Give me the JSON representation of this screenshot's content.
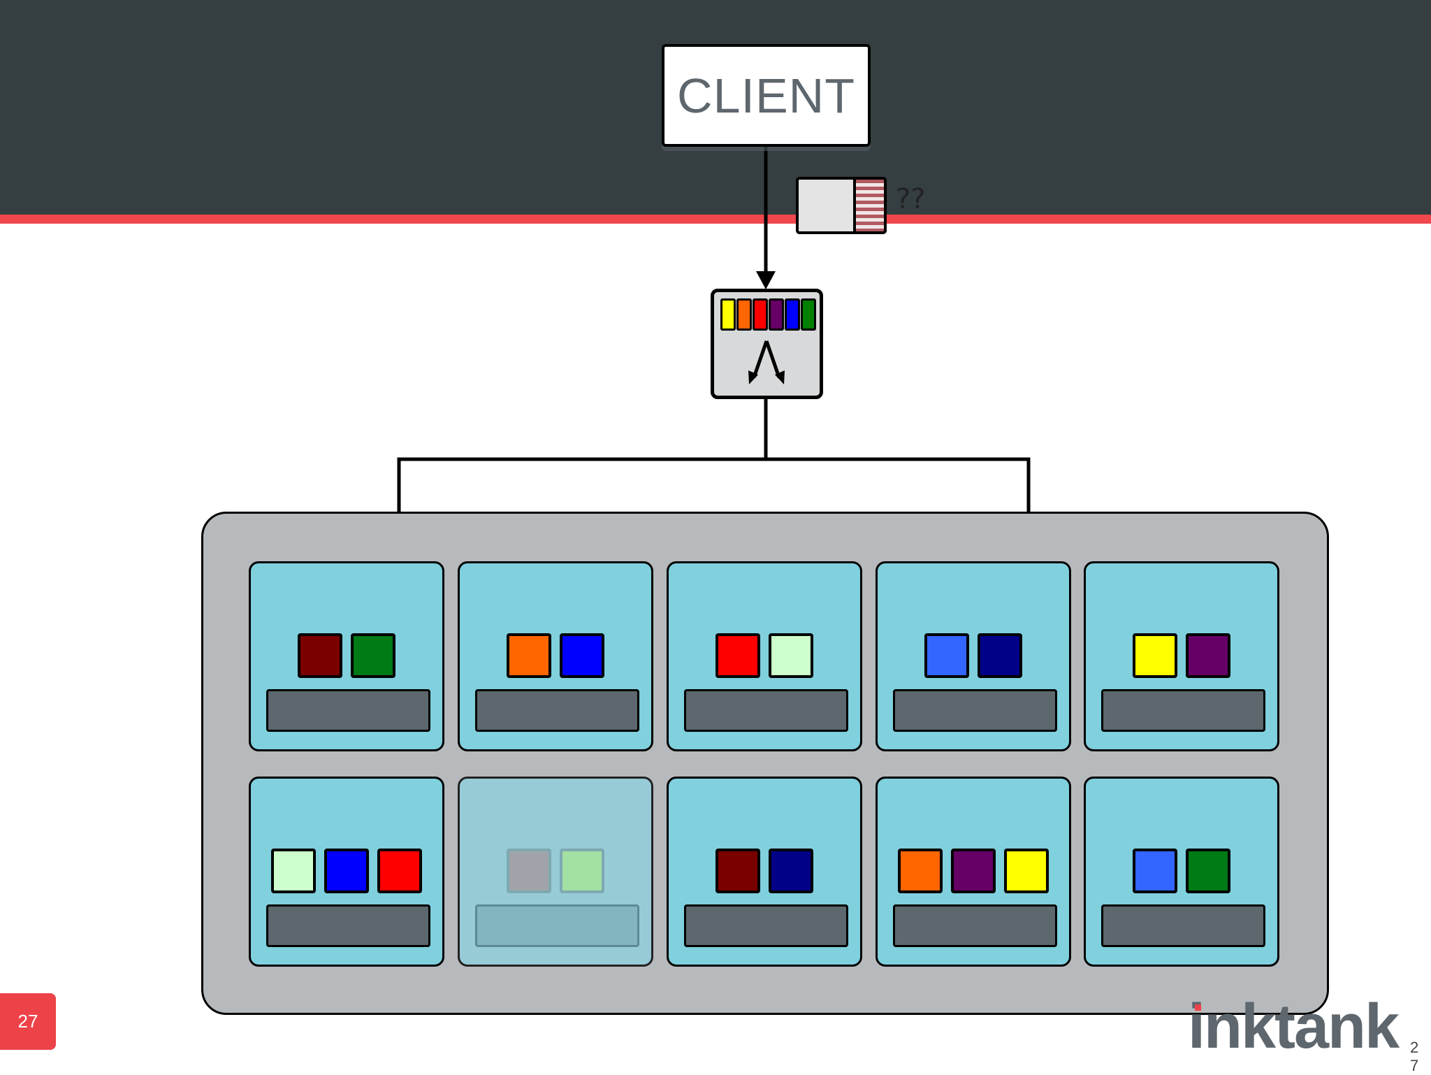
{
  "client": {
    "label": "CLIENT"
  },
  "object": {
    "unknown_label": "??"
  },
  "crush": {
    "pg_colors": [
      "#ffff00",
      "#ff6600",
      "#ff0000",
      "#660066",
      "#0000ff",
      "#008000"
    ]
  },
  "cluster": {
    "osds": [
      {
        "objects": [
          "#7a0000",
          "#007a14"
        ],
        "faded": false
      },
      {
        "objects": [
          "#ff6600",
          "#0000ff"
        ],
        "faded": false
      },
      {
        "objects": [
          "#ff0000",
          "#ccffcc"
        ],
        "faded": false
      },
      {
        "objects": [
          "#3366ff",
          "#000088"
        ],
        "faded": false
      },
      {
        "objects": [
          "#ffff00",
          "#660066"
        ],
        "faded": false
      },
      {
        "objects": [
          "#ccffcc",
          "#0000ff",
          "#ff0000"
        ],
        "faded": false
      },
      {
        "objects": [
          "#a0a4aa",
          "#a3e0a3"
        ],
        "faded": true
      },
      {
        "objects": [
          "#7a0000",
          "#000088"
        ],
        "faded": false
      },
      {
        "objects": [
          "#ff6600",
          "#660066",
          "#ffff00"
        ],
        "faded": false
      },
      {
        "objects": [
          "#3366ff",
          "#007a14"
        ],
        "faded": false
      }
    ]
  },
  "footer": {
    "slide_number": "27",
    "logo_text": "inktank",
    "corner_number": "27"
  }
}
